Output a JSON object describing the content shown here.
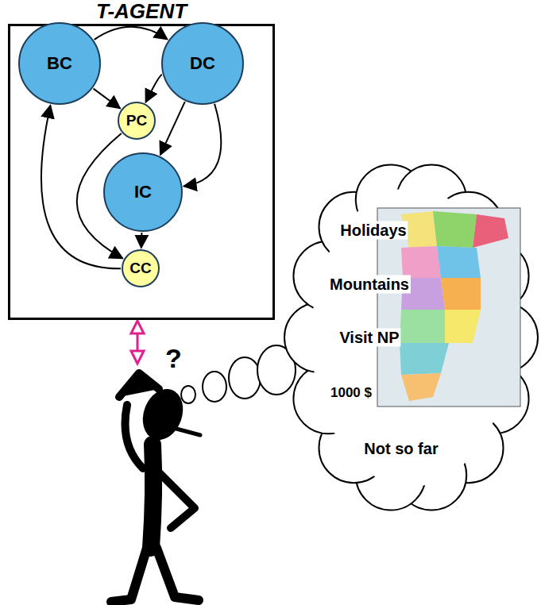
{
  "diagram": {
    "nodes": [
      {
        "text": [
          "T-AGENT"
        ]
      },
      {
        "text": [
          "BC"
        ],
        "in": 0
      },
      {
        "text": [
          "DC"
        ],
        "in": 0
      },
      {
        "text": [
          "PC"
        ],
        "in": 0
      },
      {
        "text": [
          "IC"
        ],
        "in": 0
      },
      {
        "text": [
          "CC"
        ],
        "in": 0
      },
      {
        "text": [
          "Holidays",
          "Mountains",
          "Visit NP",
          "1000 $",
          "Not so far"
        ]
      }
    ],
    "edges": [
      {
        "from": 1,
        "to": 2,
        "arrow": "to"
      },
      {
        "from": 1,
        "to": 3,
        "arrow": "to"
      },
      {
        "from": 2,
        "to": 3,
        "arrow": "to"
      },
      {
        "from": 2,
        "to": 4,
        "arrow": "to"
      },
      {
        "from": 2,
        "to": 4,
        "arrow": "to"
      },
      {
        "from": 3,
        "to": 5,
        "arrow": "to"
      },
      {
        "from": 4,
        "to": 5,
        "arrow": "to"
      },
      {
        "from": 5,
        "to": 1,
        "arrow": "to"
      }
    ],
    "labels": [
      "?"
    ]
  }
}
